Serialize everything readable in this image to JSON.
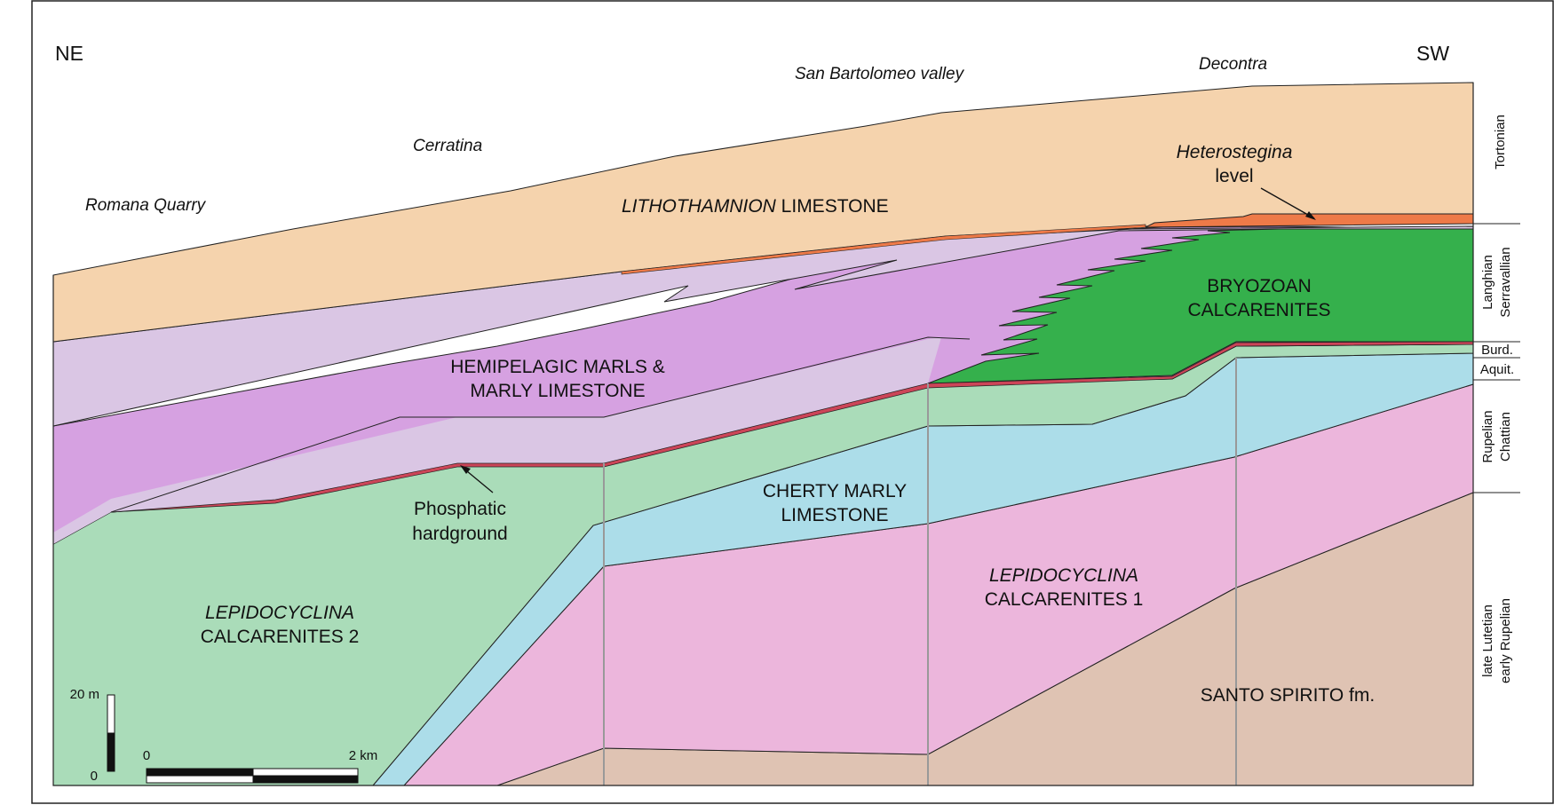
{
  "orientation": {
    "left": "NE",
    "right": "SW"
  },
  "localities": {
    "romana": "Romana Quarry",
    "cerratina": "Cerratina",
    "san_bartolomeo": "San Bartolomeo valley",
    "decontra": "Decontra"
  },
  "units": {
    "lithothamnion_italic": "LITHOTHAMNION",
    "lithothamnion_rest": " LIMESTONE",
    "hemipelagic_1": "HEMIPELAGIC MARLS &",
    "hemipelagic_2": "MARLY LIMESTONE",
    "bryozoan_1": "BRYOZOAN",
    "bryozoan_2": "CALCARENITES",
    "cherty_1": "CHERTY MARLY",
    "cherty_2": "LIMESTONE",
    "lepido1_1": "LEPIDOCYCLINA",
    "lepido1_2": "CALCARENITES 1",
    "lepido2_1": "LEPIDOCYCLINA",
    "lepido2_2": "CALCARENITES 2",
    "santo_spirito": "SANTO SPIRITO fm."
  },
  "annotations": {
    "heterostegina_1": "Heterostegina",
    "heterostegina_2": "level",
    "phosphatic_1": "Phosphatic",
    "phosphatic_2": "hardground"
  },
  "stages": {
    "tortonian": "Tortonian",
    "langhian": "Langhian",
    "serravallian": "Serravallian",
    "burd": "Burd.",
    "aquit": "Aquit.",
    "rupelian": "Rupelian",
    "chattian": "Chattian",
    "late_lutetian": "late Lutetian",
    "early_rupelian": "early Rupelian"
  },
  "scale": {
    "vertical_top": "20 m",
    "vertical_bottom": "0",
    "horizontal_start": "0",
    "horizontal_end": "2 km"
  },
  "colors": {
    "lithothamnion": "#f5d3ad",
    "hemipelagic_light": "#dac6e4",
    "hemipelagic": "#d6a1e1",
    "bryozoan": "#35b04c",
    "cherty": "#acdde9",
    "lepido1": "#ecb6dc",
    "lepido2": "#aadcb9",
    "santo_spirito": "#dfc3b3",
    "heterostegina": "#ee7a48",
    "phosphatic": "#cc4558"
  }
}
